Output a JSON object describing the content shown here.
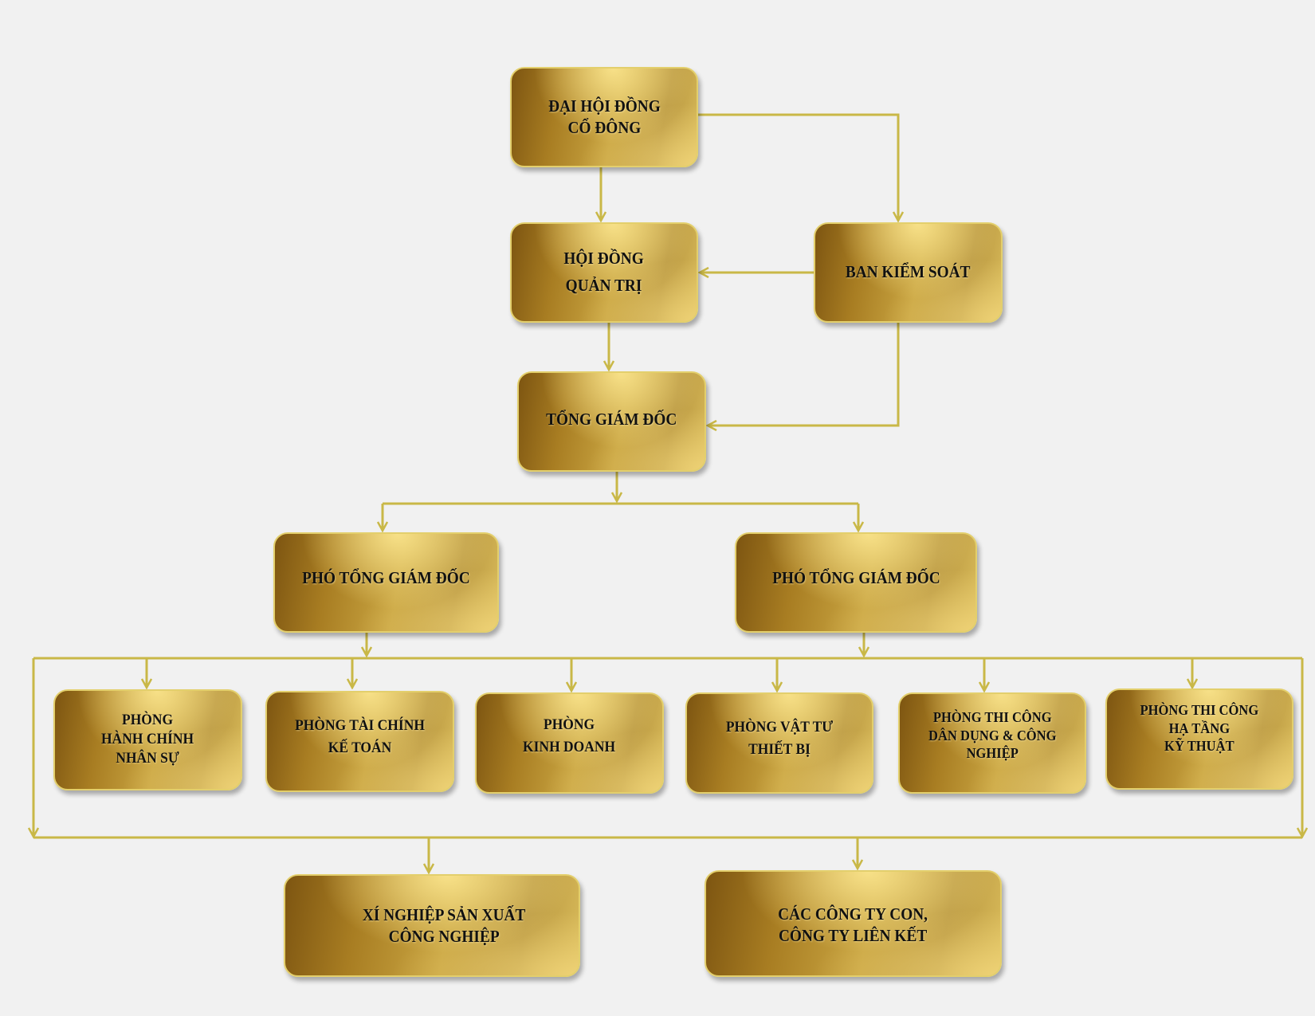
{
  "colors": {
    "connector": "#c9b847",
    "box_light": "#f6e08a",
    "box_dark": "#7d5511"
  },
  "nodes": {
    "shareholders": "ĐẠI HỘI ĐỒNG\nCỔ ĐÔNG",
    "board": "HỘI ĐỒNG\nQUẢN TRỊ",
    "supervisory": "BAN KIỂM SOÁT",
    "ceo": "TỔNG GIÁM ĐỐC",
    "deputy_ceo_1": "PHÓ TỔNG GIÁM ĐỐC",
    "deputy_ceo_2": "PHÓ TỔNG GIÁM ĐỐC",
    "departments": [
      "PHÒNG\nHÀNH CHÍNH\nNHÂN SỰ",
      "PHÒNG TÀI CHÍNH\nKẾ TOÁN",
      "PHÒNG\nKINH DOANH",
      "PHÒNG VẬT TƯ\nTHIẾT BỊ",
      "PHÒNG THI CÔNG\nDÂN DỤNG & CÔNG\nNGHIỆP",
      "PHÒNG THI CÔNG\nHẠ TẦNG\nKỸ THUẬT"
    ],
    "factory": "XÍ NGHIỆP SẢN XUẤT\nCÔNG NGHIỆP",
    "subsidiaries": "CÁC CÔNG TY CON,\nCÔNG TY LIÊN KẾT"
  }
}
